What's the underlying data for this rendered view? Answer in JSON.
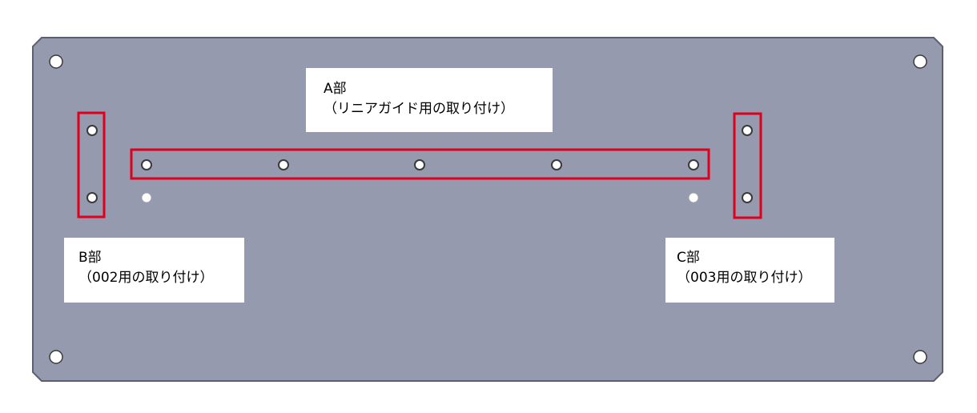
{
  "colors": {
    "background": "#ffffff",
    "plate_fill": "#959aaf",
    "plate_edge": "#5c5f6e",
    "highlight": "#e0001b",
    "hole_fill": "#ffffff",
    "hole_edge": "#3a3a3a"
  },
  "labels": {
    "a": {
      "title": "A部",
      "subtitle": "（リニアガイド用の取り付け）"
    },
    "b": {
      "title": "B部",
      "subtitle": "（002用の取り付け）"
    },
    "c": {
      "title": "C部",
      "subtitle": "（003用の取り付け）"
    }
  }
}
